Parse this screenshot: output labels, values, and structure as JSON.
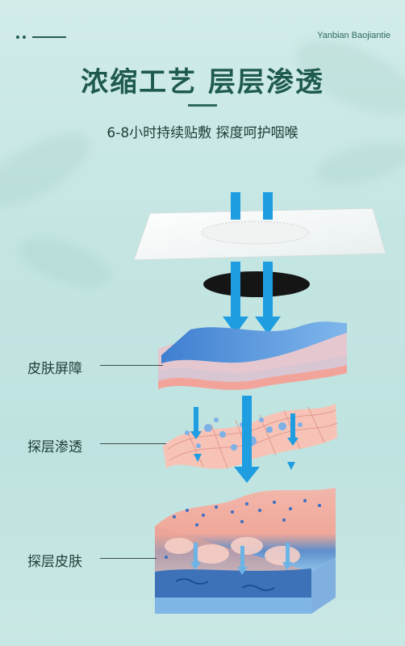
{
  "header": {
    "brand": "Yanbian Baojiantie",
    "title": "浓缩工艺 层层渗透",
    "subtitle": "6-8小时持续贴敷  探度呵护咽喉"
  },
  "layers": [
    {
      "label": "皮肤屏障"
    },
    {
      "label": "探层渗透"
    },
    {
      "label": "探层皮肤"
    }
  ],
  "colors": {
    "accent": "#1f5a4e",
    "arrow": "#1e9ee0",
    "background": "#c4e6e3",
    "skin_pink": "#f3b3a6",
    "barrier_blue": "#4e8fd6"
  }
}
